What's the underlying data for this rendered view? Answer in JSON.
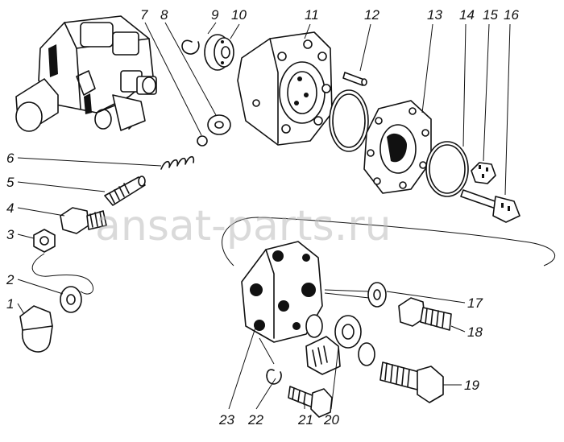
{
  "watermark": "ansat-parts.ru",
  "callouts": [
    "1",
    "2",
    "3",
    "4",
    "5",
    "6",
    "7",
    "8",
    "9",
    "10",
    "11",
    "12",
    "13",
    "14",
    "15",
    "16",
    "17",
    "18",
    "19",
    "20",
    "21",
    "22",
    "23"
  ]
}
